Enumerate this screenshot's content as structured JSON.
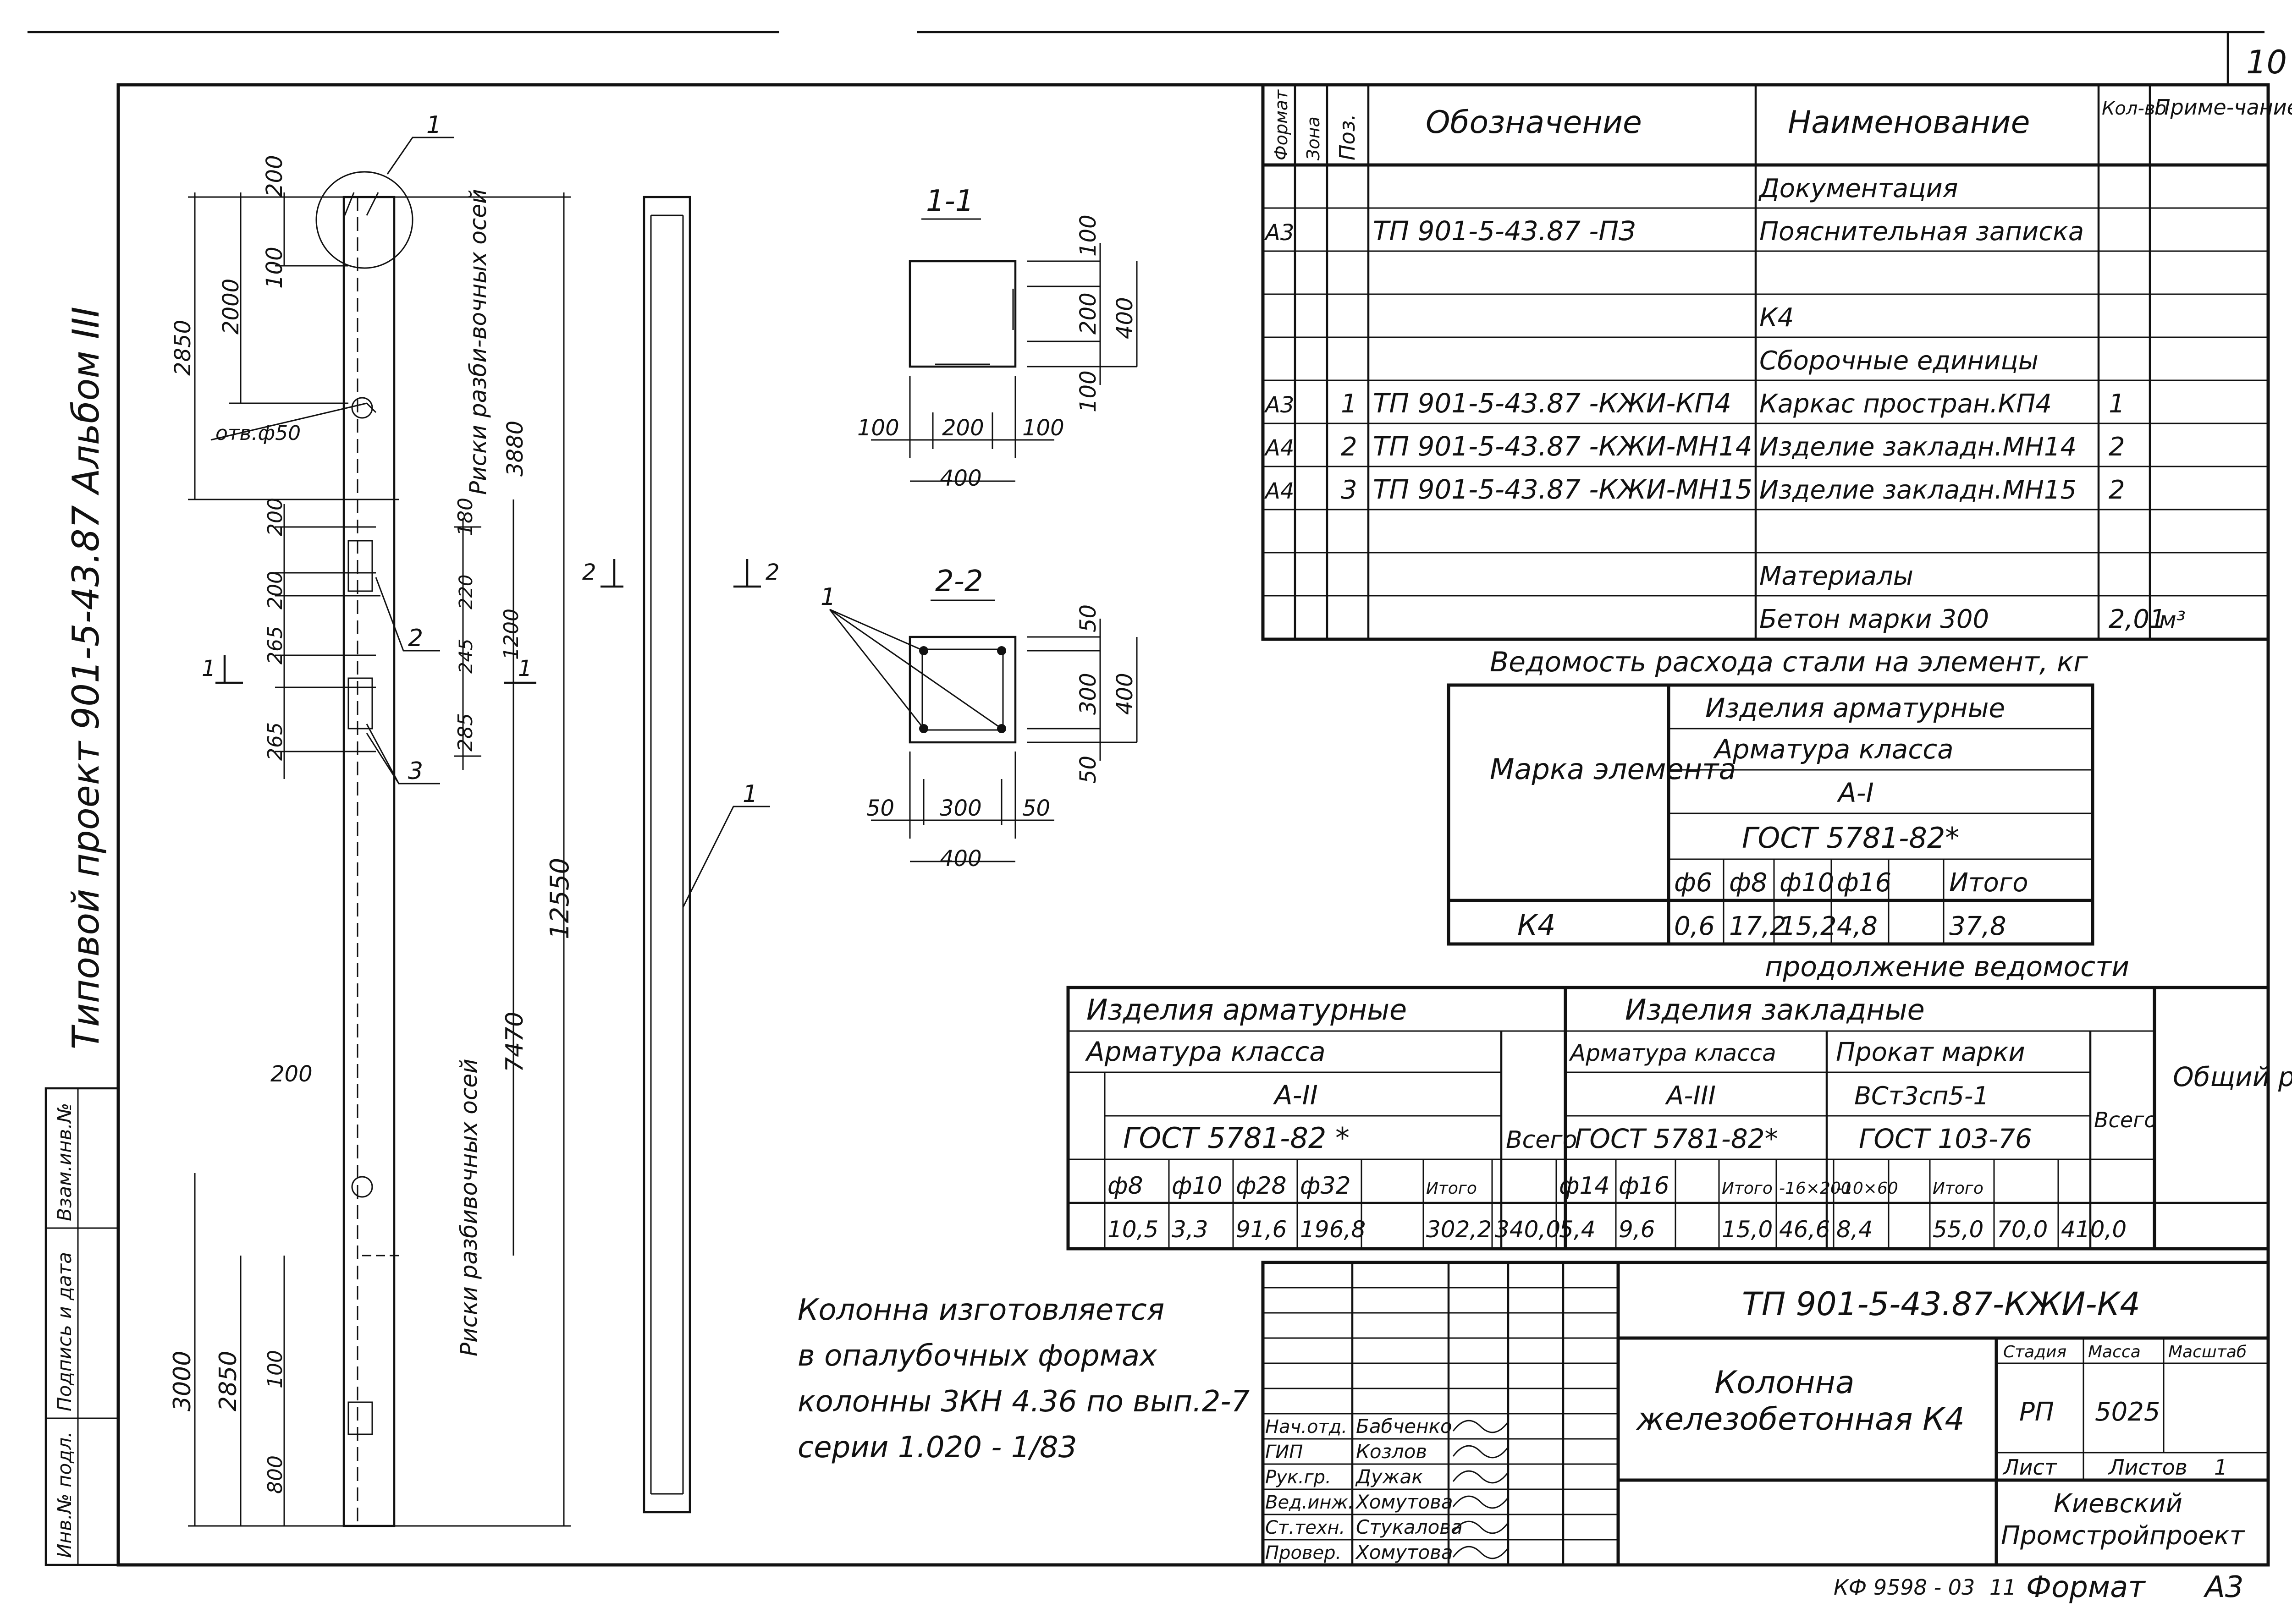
{
  "sheet": {
    "number": "10",
    "footer_left": "КФ 9598 - 03",
    "footer_copy": "11",
    "footer_format_label": "Формат",
    "footer_format": "А3"
  },
  "side_labels": {
    "project": "Типовой   проект  901-5-43.87     Альбом ІІІ",
    "margin_cols": [
      "Инв.№ подл.",
      "Подпись и дата",
      "Взам.инв.№"
    ]
  },
  "column_drawing": {
    "dims": [
      "200",
      "2000",
      "100",
      "2850",
      "отв.ф50",
      "200",
      "180",
      "200",
      "220",
      "1200",
      "265",
      "245",
      "265",
      "285",
      "12550",
      "7470",
      "3880",
      "200",
      "3000",
      "2850",
      "100",
      "800"
    ],
    "labels": [
      "Риски разби-вочных осей",
      "Риски разбивочных осей"
    ],
    "callouts": [
      "1",
      "2",
      "3",
      "1"
    ],
    "section_marks": [
      "1",
      "1",
      "2",
      "2"
    ]
  },
  "section_1_1": {
    "title": "1-1",
    "dims": [
      "100",
      "200",
      "400",
      "100",
      "100",
      "200",
      "100",
      "400"
    ]
  },
  "section_2_2": {
    "title": "2-2",
    "dims": [
      "50",
      "300",
      "400",
      "50",
      "50",
      "300",
      "50",
      "400"
    ],
    "callout": "1"
  },
  "spec_table": {
    "headers": [
      "Формат",
      "Зона",
      "Поз.",
      "Обозначение",
      "Наименование",
      "Кол-во",
      "Приме-чание"
    ],
    "rows": [
      [
        "",
        "",
        "",
        "",
        "Документация",
        "",
        ""
      ],
      [
        "А3",
        "",
        "",
        "ТП 901-5-43.87 -ПЗ",
        "Пояснительная записка",
        "",
        ""
      ],
      [
        "",
        "",
        "",
        "",
        "",
        "",
        ""
      ],
      [
        "",
        "",
        "",
        "",
        "К4",
        "",
        ""
      ],
      [
        "",
        "",
        "",
        "",
        "Сборочные  единицы",
        "",
        ""
      ],
      [
        "А3",
        "",
        "1",
        "ТП 901-5-43.87 -КЖИ-КП4",
        "Каркас простран.КП4",
        "1",
        ""
      ],
      [
        "А4",
        "",
        "2",
        "ТП 901-5-43.87 -КЖИ-МН14",
        "Изделие закладн.МН14",
        "2",
        ""
      ],
      [
        "А4",
        "",
        "3",
        "ТП 901-5-43.87 -КЖИ-МН15",
        "Изделие закладн.МН15",
        "2",
        ""
      ],
      [
        "",
        "",
        "",
        "",
        "",
        "",
        ""
      ],
      [
        "",
        "",
        "",
        "",
        "Материалы",
        "",
        ""
      ],
      [
        "",
        "",
        "",
        "",
        "Бетон марки 300",
        "2,01",
        "м³"
      ]
    ]
  },
  "steel_table": {
    "title": "Ведомость   расхода  стали   на элемент, кг",
    "mark_header": "Марка элемента",
    "group": "Изделия  арматурные",
    "class": "Арматура  класса",
    "grade": "А-І",
    "gost": "ГОСТ 5781-82*",
    "diameters": [
      "ф6",
      "ф8",
      "ф10",
      "ф16",
      "",
      "Итого"
    ],
    "row_mark": "К4",
    "row_values": [
      "0,6",
      "17,2",
      "15,2",
      "4,8",
      "",
      "37,8"
    ]
  },
  "continuation_table": {
    "title": "продолжение    ведомости",
    "group_a": "Изделия   арматурные",
    "group_b": "Изделия   закладные",
    "class_a": "Арматура   класса",
    "grade_a": "А-ІІ",
    "gost_a": "ГОСТ 5781-82 *",
    "total_a": "Всего",
    "class_b1": "Арматура класса",
    "grade_b1": "А-ІІІ",
    "gost_b1": "ГОСТ 5781-82*",
    "class_b2": "Прокат  марки",
    "grade_b2": "ВСт3сп5-1",
    "gost_b2": "ГОСТ 103-76",
    "total_b": "Всего",
    "overall": "Общий расход",
    "cols": [
      "ф8",
      "ф10",
      "ф28",
      "ф32",
      "",
      "Итого",
      "",
      "ф14",
      "ф16",
      "",
      "Итого",
      "-16×200",
      "-10×60",
      "",
      "Итого",
      "",
      ""
    ],
    "values": [
      "10,5",
      "3,3",
      "91,6",
      "196,8",
      "",
      "302,2",
      "340,0",
      "5,4",
      "9,6",
      "",
      "15,0",
      "46,6",
      "8,4",
      "",
      "55,0",
      "70,0",
      "410,0"
    ]
  },
  "note": {
    "lines": [
      "Колонна  изготовляется",
      "в опалубочных формах",
      "колонны 3КН 4.36 по вып.2-7",
      "серии  1.020 - 1/83"
    ]
  },
  "title_block": {
    "code": "ТП 901-5-43.87-КЖИ-К4",
    "name_line1": "Колонна",
    "name_line2": "железобетонная К4",
    "stage_label": "Стадия",
    "mass_label": "Масса",
    "scale_label": "Масштаб",
    "stage": "РП",
    "mass": "5025",
    "scale": "",
    "sheet_label": "Лист",
    "sheets_label": "Листов",
    "sheets": "1",
    "org_line1": "Киевский",
    "org_line2": "Промстройпроект",
    "signatures": [
      {
        "role": "Нач.отд.",
        "name": "Бабченко"
      },
      {
        "role": "ГИП",
        "name": "Козлов"
      },
      {
        "role": "Рук.гр.",
        "name": "Дужак"
      },
      {
        "role": "Вед.инж.",
        "name": "Хомутова"
      },
      {
        "role": "Ст.техн.",
        "name": "Стукалова"
      },
      {
        "role": "Провер.",
        "name": "Хомутова"
      }
    ]
  }
}
